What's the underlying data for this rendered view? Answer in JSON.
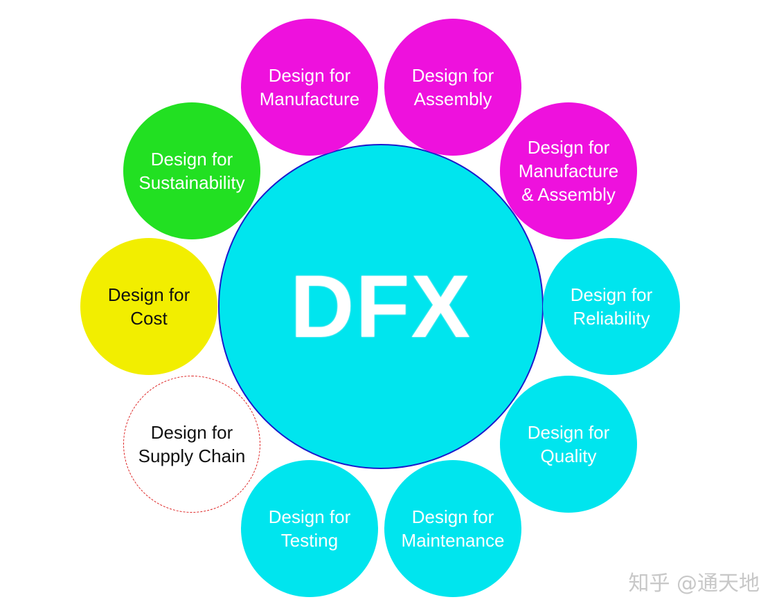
{
  "center": {
    "title": "DFX",
    "color": "#00e5ee"
  },
  "nodes": [
    {
      "line1": "Design for",
      "line2": "Manufacture",
      "color": "#ee11dd"
    },
    {
      "line1": "Design for",
      "line2": "Assembly",
      "color": "#ee11dd"
    },
    {
      "line1": "Design for",
      "line2": "Manufacture",
      "line3": "& Assembly",
      "color": "#ee11dd"
    },
    {
      "line1": "Design for",
      "line2": "Reliability",
      "color": "#00e5ee"
    },
    {
      "line1": "Design for",
      "line2": "Quality",
      "color": "#00e5ee"
    },
    {
      "line1": "Design for",
      "line2": "Maintenance",
      "color": "#00e5ee"
    },
    {
      "line1": "Design for",
      "line2": "Testing",
      "color": "#00e5ee"
    },
    {
      "line1": "Design for",
      "line2": "Supply Chain",
      "color": "#ffffff",
      "border": "#dd2222"
    },
    {
      "line1": "Design for",
      "line2": "Cost",
      "color": "#f2ee00"
    },
    {
      "line1": "Design for",
      "line2": "Sustainability",
      "color": "#22e022"
    }
  ],
  "watermark": "知乎 @通天地"
}
